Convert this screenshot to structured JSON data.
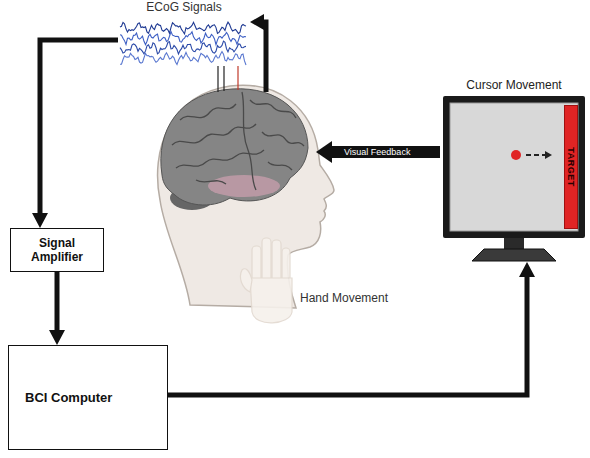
{
  "diagram": {
    "nodes": [
      {
        "text": [
          "ECoG Signals"
        ]
      },
      {
        "text": [
          "Signal Amplifier"
        ]
      },
      {
        "text": [
          "BCI Computer"
        ]
      },
      {
        "text": [
          "Cursor Movement"
        ]
      },
      {
        "text": [
          "TARGET"
        ],
        "in": 3
      }
    ],
    "edges": [
      {
        "from": 0,
        "to": 1,
        "arrow": "to"
      },
      {
        "from": 1,
        "to": 2,
        "arrow": "to"
      },
      {
        "from": 2,
        "to": 3,
        "arrow": "to"
      }
    ],
    "labels": [
      "Visual Feedback",
      "Hand Movement"
    ]
  }
}
